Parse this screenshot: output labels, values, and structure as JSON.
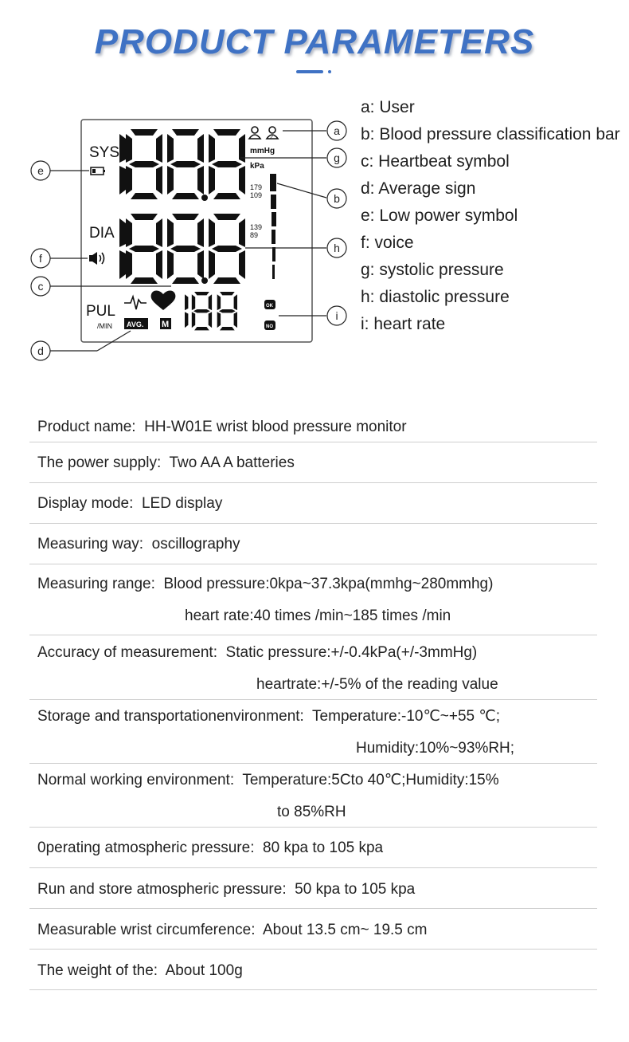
{
  "header": {
    "title": "PRODUCT PARAMETERS"
  },
  "lcd": {
    "sys_label": "SYS",
    "dia_label": "DIA",
    "pul_label": "PUL",
    "per_min_label": "/MIN",
    "avg_label": "AVG.",
    "m_label": "M",
    "mmhg_label": "mmHg",
    "kpa_label": "kPa",
    "tick_179": "179",
    "tick_109": "109",
    "tick_139": "139",
    "tick_89": "89",
    "ok_label": "OK",
    "no_label": "NO",
    "user2_label": "2",
    "callouts": {
      "a": "a",
      "b": "b",
      "c": "c",
      "d": "d",
      "e": "e",
      "f": "f",
      "g": "g",
      "h": "h",
      "i": "i"
    }
  },
  "legend": [
    "a: User",
    "b: Blood pressure classification bar",
    "c: Heartbeat  symbol",
    "d: Average sign",
    "e: Low power symbol",
    "f: voice",
    "g: systolic pressure",
    "h: diastolic pressure",
    "i: heart rate"
  ],
  "specs": [
    {
      "label": "Product name:",
      "value": "HH-W01E wrist blood pressure monitor"
    },
    {
      "label": "The power supply:",
      "value": "Two AA A batteries"
    },
    {
      "label": "Display mode:",
      "value": "LED display"
    },
    {
      "label": "Measuring way:",
      "value": "oscillography"
    },
    {
      "label": "Measuring range:",
      "value": "Blood pressure:0kpa~37.3kpa(mmhg~280mmhg)",
      "sub": "heart rate:40 times /min~185 times /min"
    },
    {
      "label": "Accuracy of measurement:",
      "value": "Static pressure:+/-0.4kPa(+/-3mmHg)",
      "sub": "heartrate:+/-5% of the reading value"
    },
    {
      "label": "Storage and transportationenvironment:",
      "value": "Temperature:-10℃~+55 ℃;",
      "sub": "Humidity:10%~93%RH;"
    },
    {
      "label": "Normal working environment:",
      "value": "Temperature:5Cto 40℃;Humidity:15%",
      "sub": "to 85%RH"
    },
    {
      "label": "0perating atmospheric pressure:",
      "value": "80 kpa to 105 kpa"
    },
    {
      "label": "Run and store atmospheric pressure:",
      "value": "50 kpa to 105 kpa"
    },
    {
      "label": "Measurable wrist circumference:",
      "value": "About 13.5 cm~ 19.5 cm"
    },
    {
      "label": "The weight of the:",
      "value": "About 100g"
    }
  ]
}
